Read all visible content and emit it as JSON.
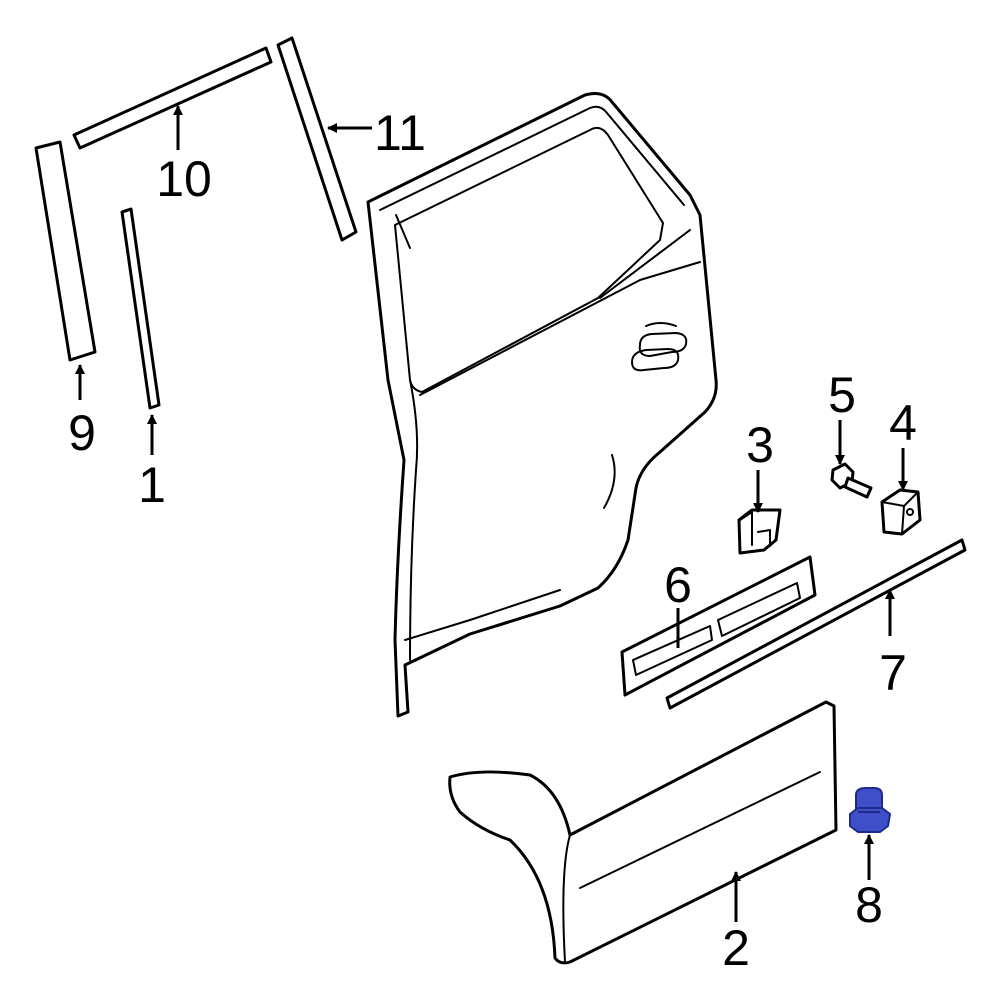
{
  "callouts": [
    {
      "id": "1",
      "label": "1"
    },
    {
      "id": "2",
      "label": "2"
    },
    {
      "id": "3",
      "label": "3"
    },
    {
      "id": "4",
      "label": "4"
    },
    {
      "id": "5",
      "label": "5"
    },
    {
      "id": "6",
      "label": "6"
    },
    {
      "id": "7",
      "label": "7"
    },
    {
      "id": "8",
      "label": "8"
    },
    {
      "id": "9",
      "label": "9"
    },
    {
      "id": "10",
      "label": "10"
    },
    {
      "id": "11",
      "label": "11"
    }
  ],
  "colors": {
    "line": "#000000",
    "background": "#ffffff",
    "highlight_part": "#3e4fc9",
    "highlight_shadow": "#1f2a88"
  }
}
